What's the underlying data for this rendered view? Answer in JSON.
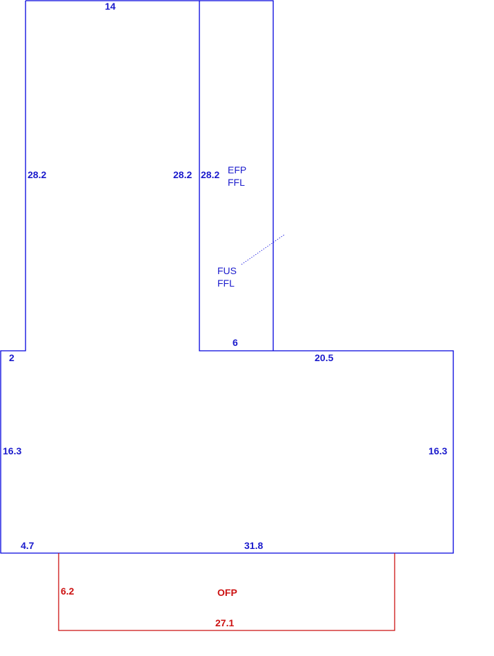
{
  "colors": {
    "main": "#1a1acc",
    "outline": "#0000dd",
    "porch": "#cc1111"
  },
  "sketch": {
    "dimensions": {
      "top_width": "14",
      "upper_left_height": "28.2",
      "upper_inner_left_height": "28.2",
      "upper_inner_right_height": "28.2",
      "notch_width": "6",
      "left_step": "2",
      "right_step": "20.5",
      "lower_left_height": "16.3",
      "lower_right_height": "16.3",
      "bottom_left": "4.7",
      "bottom_right": "31.8"
    },
    "labels": {
      "efp": "EFP",
      "efp_ffl": "FFL",
      "fus": "FUS",
      "fus_ffl": "FFL"
    },
    "porch": {
      "code": "OFP",
      "depth": "6.2",
      "width": "27.1"
    }
  }
}
